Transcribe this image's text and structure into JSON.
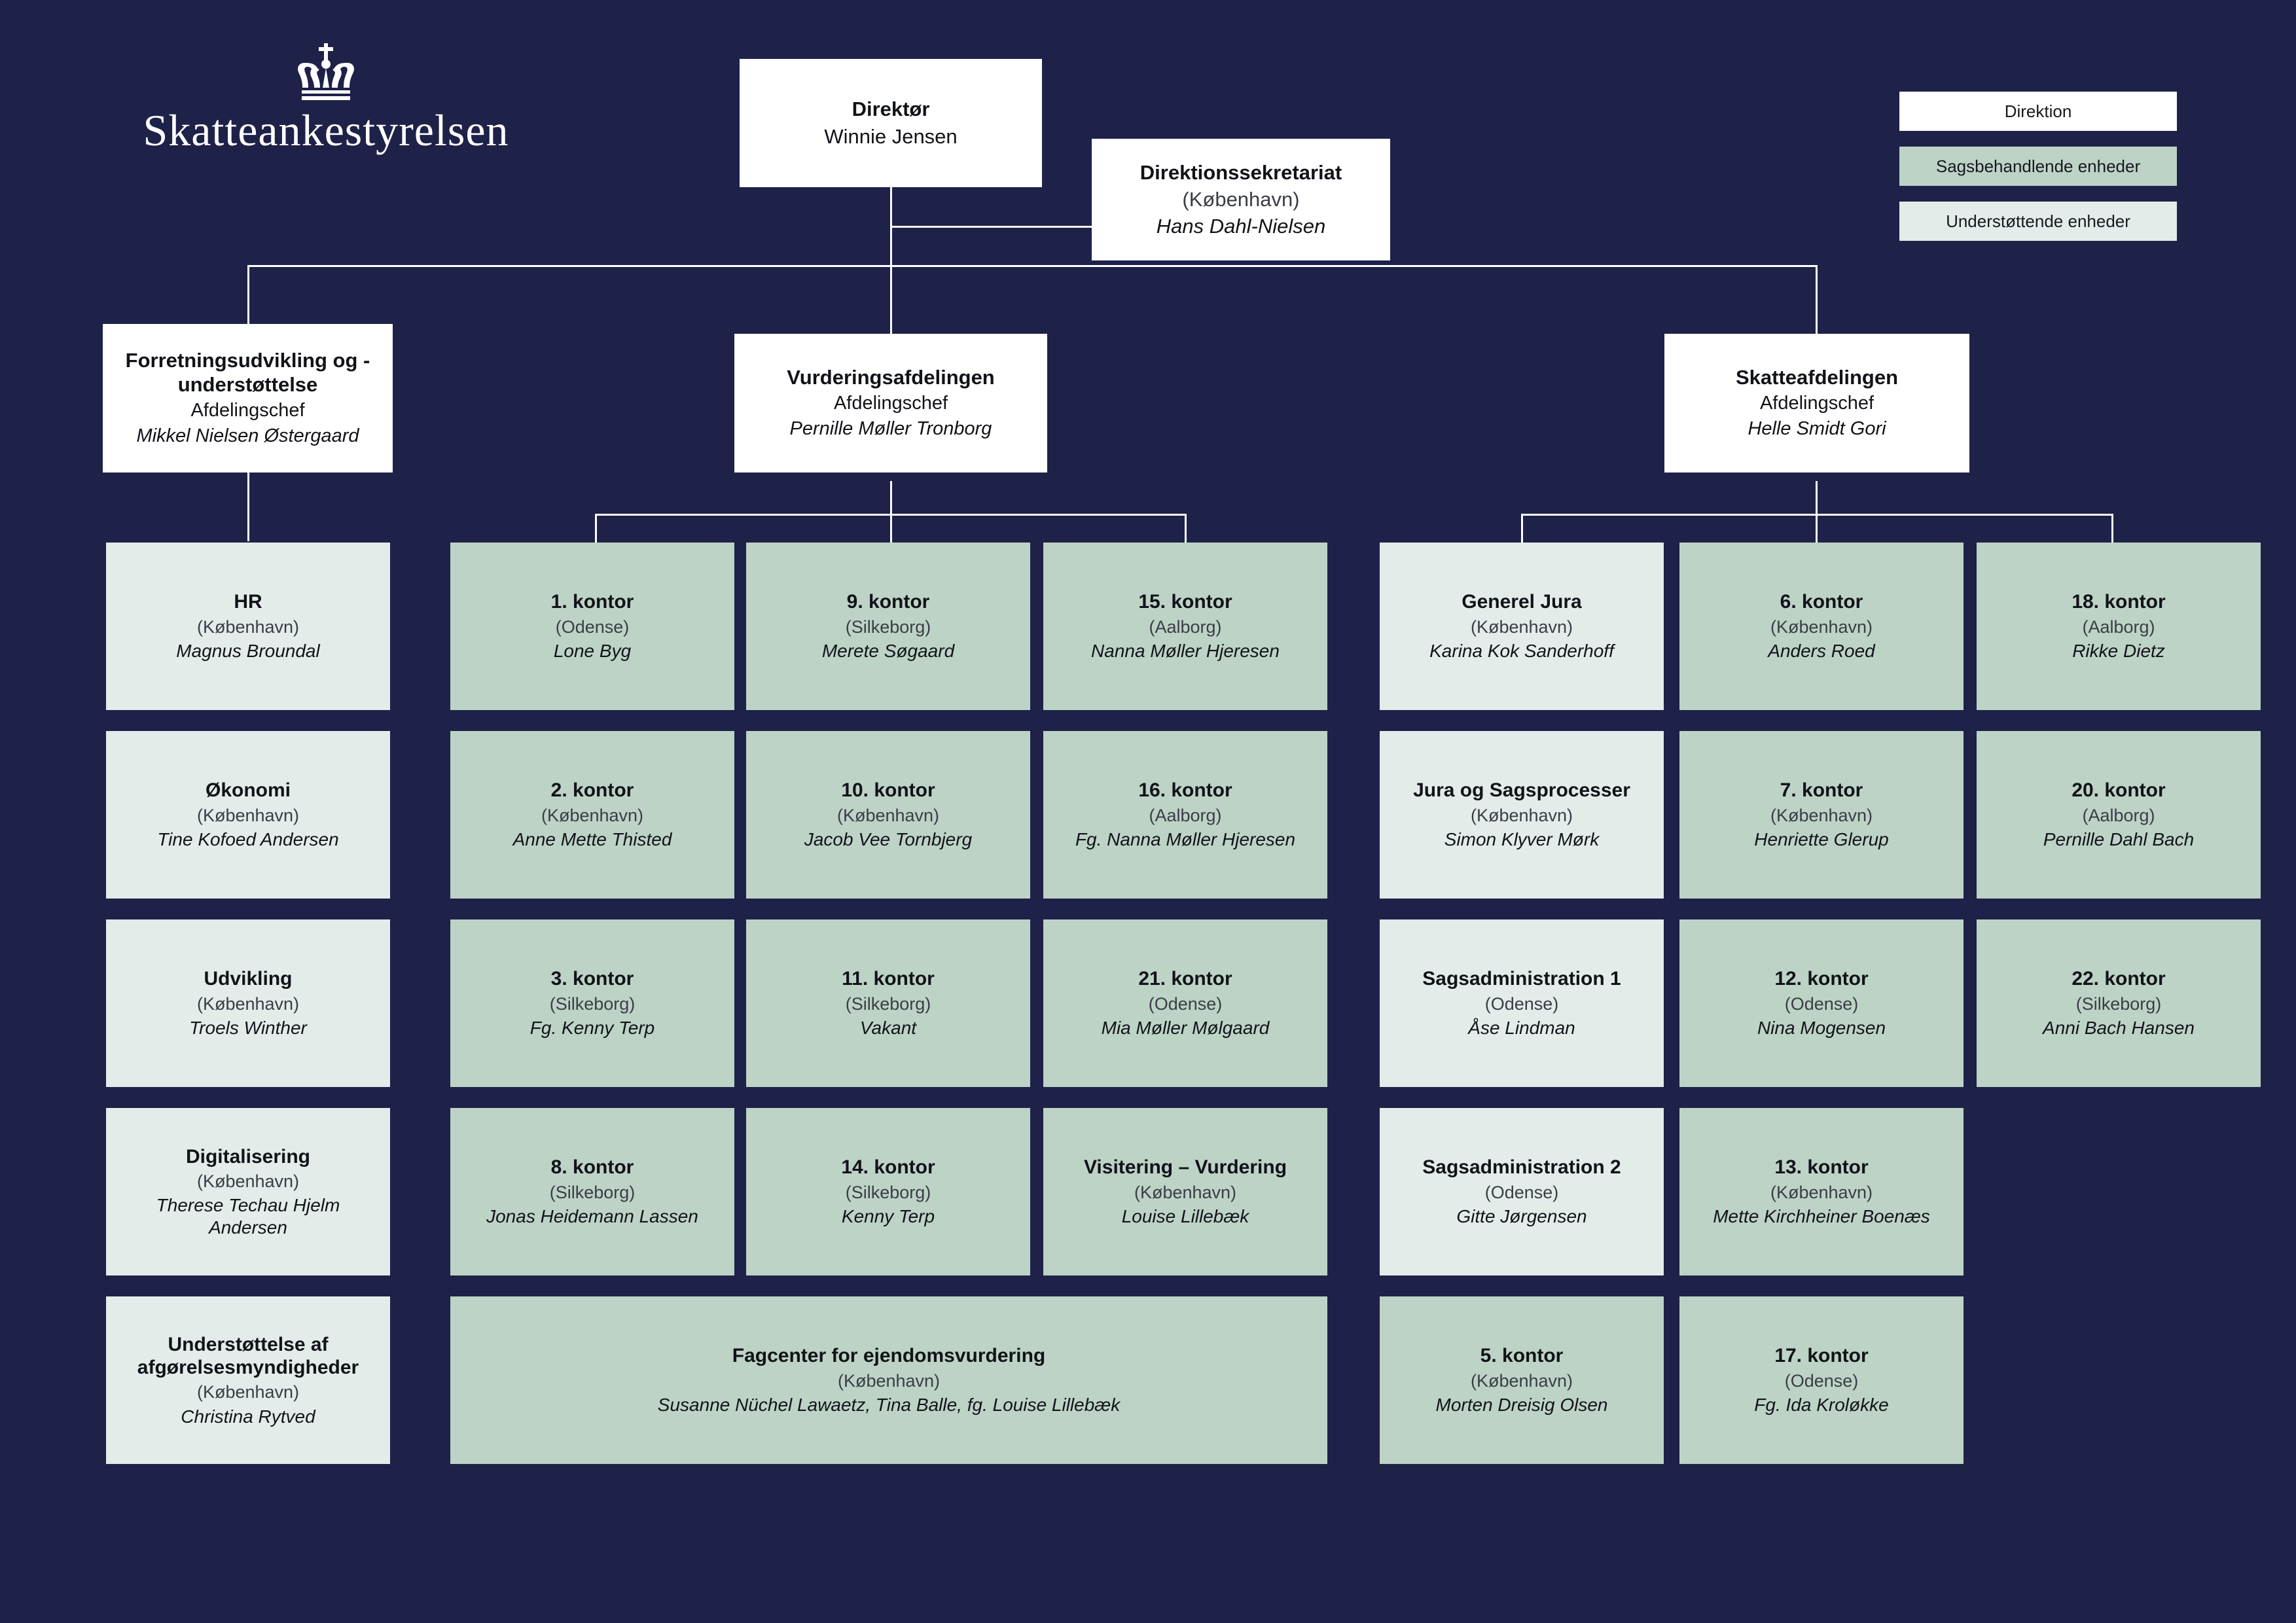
{
  "organization": {
    "name": "Skatteankestyrelsen",
    "logo_icon": "danish-royal-crown-icon"
  },
  "colors": {
    "background": "#1e2148",
    "direktion": "#ffffff",
    "sagsbehandlende": "#bdd3c6",
    "understoettende": "#e4ecea",
    "text": "#111319"
  },
  "legend": {
    "items": [
      {
        "label": "Direktion",
        "swatch": "#ffffff"
      },
      {
        "label": "Sagsbehandlende enheder",
        "swatch": "#bdd3c6"
      },
      {
        "label": "Understøttende enheder",
        "swatch": "#e4ecea"
      }
    ]
  },
  "director": {
    "title": "Direktør",
    "person": "Winnie Jensen"
  },
  "secretariat": {
    "title": "Direktionssekretariat",
    "location": "(København)",
    "person": "Hans Dahl-Nielsen"
  },
  "departments": {
    "business": {
      "title": "Forretningsudvikling og -understøttelse",
      "role": "Afdelingschef",
      "person": "Mikkel Nielsen Østergaard"
    },
    "valuation": {
      "title": "Vurderingsafdelingen",
      "role": "Afdelingschef",
      "person": "Pernille Møller Tronborg"
    },
    "tax": {
      "title": "Skatteafdelingen",
      "role": "Afdelingschef",
      "person": "Helle Smidt Gori"
    }
  },
  "units": {
    "business_col": [
      {
        "title": "HR",
        "location": "(København)",
        "person": "Magnus Broundal"
      },
      {
        "title": "Økonomi",
        "location": "(København)",
        "person": "Tine Kofoed Andersen"
      },
      {
        "title": "Udvikling",
        "location": "(København)",
        "person": "Troels Winther"
      },
      {
        "title": "Digitalisering",
        "location": "(København)",
        "person": "Therese Techau Hjelm Andersen"
      },
      {
        "title": "Understøttelse af afgørelsesmyndigheder",
        "location": "(København)",
        "person": "Christina Rytved"
      }
    ],
    "valuation_col1": [
      {
        "title": "1. kontor",
        "location": "(Odense)",
        "person": "Lone Byg"
      },
      {
        "title": "2. kontor",
        "location": "(København)",
        "person": "Anne Mette Thisted"
      },
      {
        "title": "3. kontor",
        "location": "(Silkeborg)",
        "person": "Fg. Kenny Terp"
      },
      {
        "title": "8. kontor",
        "location": "(Silkeborg)",
        "person": "Jonas Heidemann Lassen"
      }
    ],
    "valuation_col2": [
      {
        "title": "9. kontor",
        "location": "(Silkeborg)",
        "person": "Merete Søgaard"
      },
      {
        "title": "10. kontor",
        "location": "(København)",
        "person": "Jacob Vee Tornbjerg"
      },
      {
        "title": "11. kontor",
        "location": "(Silkeborg)",
        "person": "Vakant"
      },
      {
        "title": "14. kontor",
        "location": "(Silkeborg)",
        "person": "Kenny Terp"
      }
    ],
    "valuation_col3": [
      {
        "title": "15. kontor",
        "location": "(Aalborg)",
        "person": "Nanna Møller Hjeresen"
      },
      {
        "title": "16. kontor",
        "location": "(Aalborg)",
        "person": "Fg. Nanna Møller Hjeresen"
      },
      {
        "title": "21. kontor",
        "location": "(Odense)",
        "person": "Mia Møller Mølgaard"
      },
      {
        "title": "Visitering – Vurdering",
        "location": "(København)",
        "person": "Louise Lillebæk"
      }
    ],
    "valuation_wide": {
      "title": "Fagcenter for ejendomsvurdering",
      "location": "(København)",
      "person": "Susanne Nüchel Lawaetz, Tina Balle, fg. Louise Lillebæk"
    },
    "tax_col1": [
      {
        "title": "Generel Jura",
        "location": "(København)",
        "person": "Karina Kok Sanderhoff"
      },
      {
        "title": "Jura og Sagsprocesser",
        "location": "(København)",
        "person": "Simon Klyver Mørk"
      },
      {
        "title": "Sagsadministration 1",
        "location": "(Odense)",
        "person": "Åse Lindman"
      },
      {
        "title": "Sagsadministration 2",
        "location": "(Odense)",
        "person": "Gitte Jørgensen"
      },
      {
        "title": "5. kontor",
        "location": "(København)",
        "person": "Morten Dreisig Olsen"
      }
    ],
    "tax_col2": [
      {
        "title": "6. kontor",
        "location": "(København)",
        "person": "Anders Roed"
      },
      {
        "title": "7. kontor",
        "location": "(København)",
        "person": "Henriette Glerup"
      },
      {
        "title": "12. kontor",
        "location": "(Odense)",
        "person": "Nina Mogensen"
      },
      {
        "title": "13. kontor",
        "location": "(København)",
        "person": "Mette Kirchheiner Boenæs"
      },
      {
        "title": "17. kontor",
        "location": "(Odense)",
        "person": "Fg. Ida Kroløkke"
      }
    ],
    "tax_col3": [
      {
        "title": "18. kontor",
        "location": "(Aalborg)",
        "person": "Rikke Dietz"
      },
      {
        "title": "20. kontor",
        "location": "(Aalborg)",
        "person": "Pernille Dahl Bach"
      },
      {
        "title": "22. kontor",
        "location": "(Silkeborg)",
        "person": "Anni Bach Hansen"
      }
    ]
  }
}
